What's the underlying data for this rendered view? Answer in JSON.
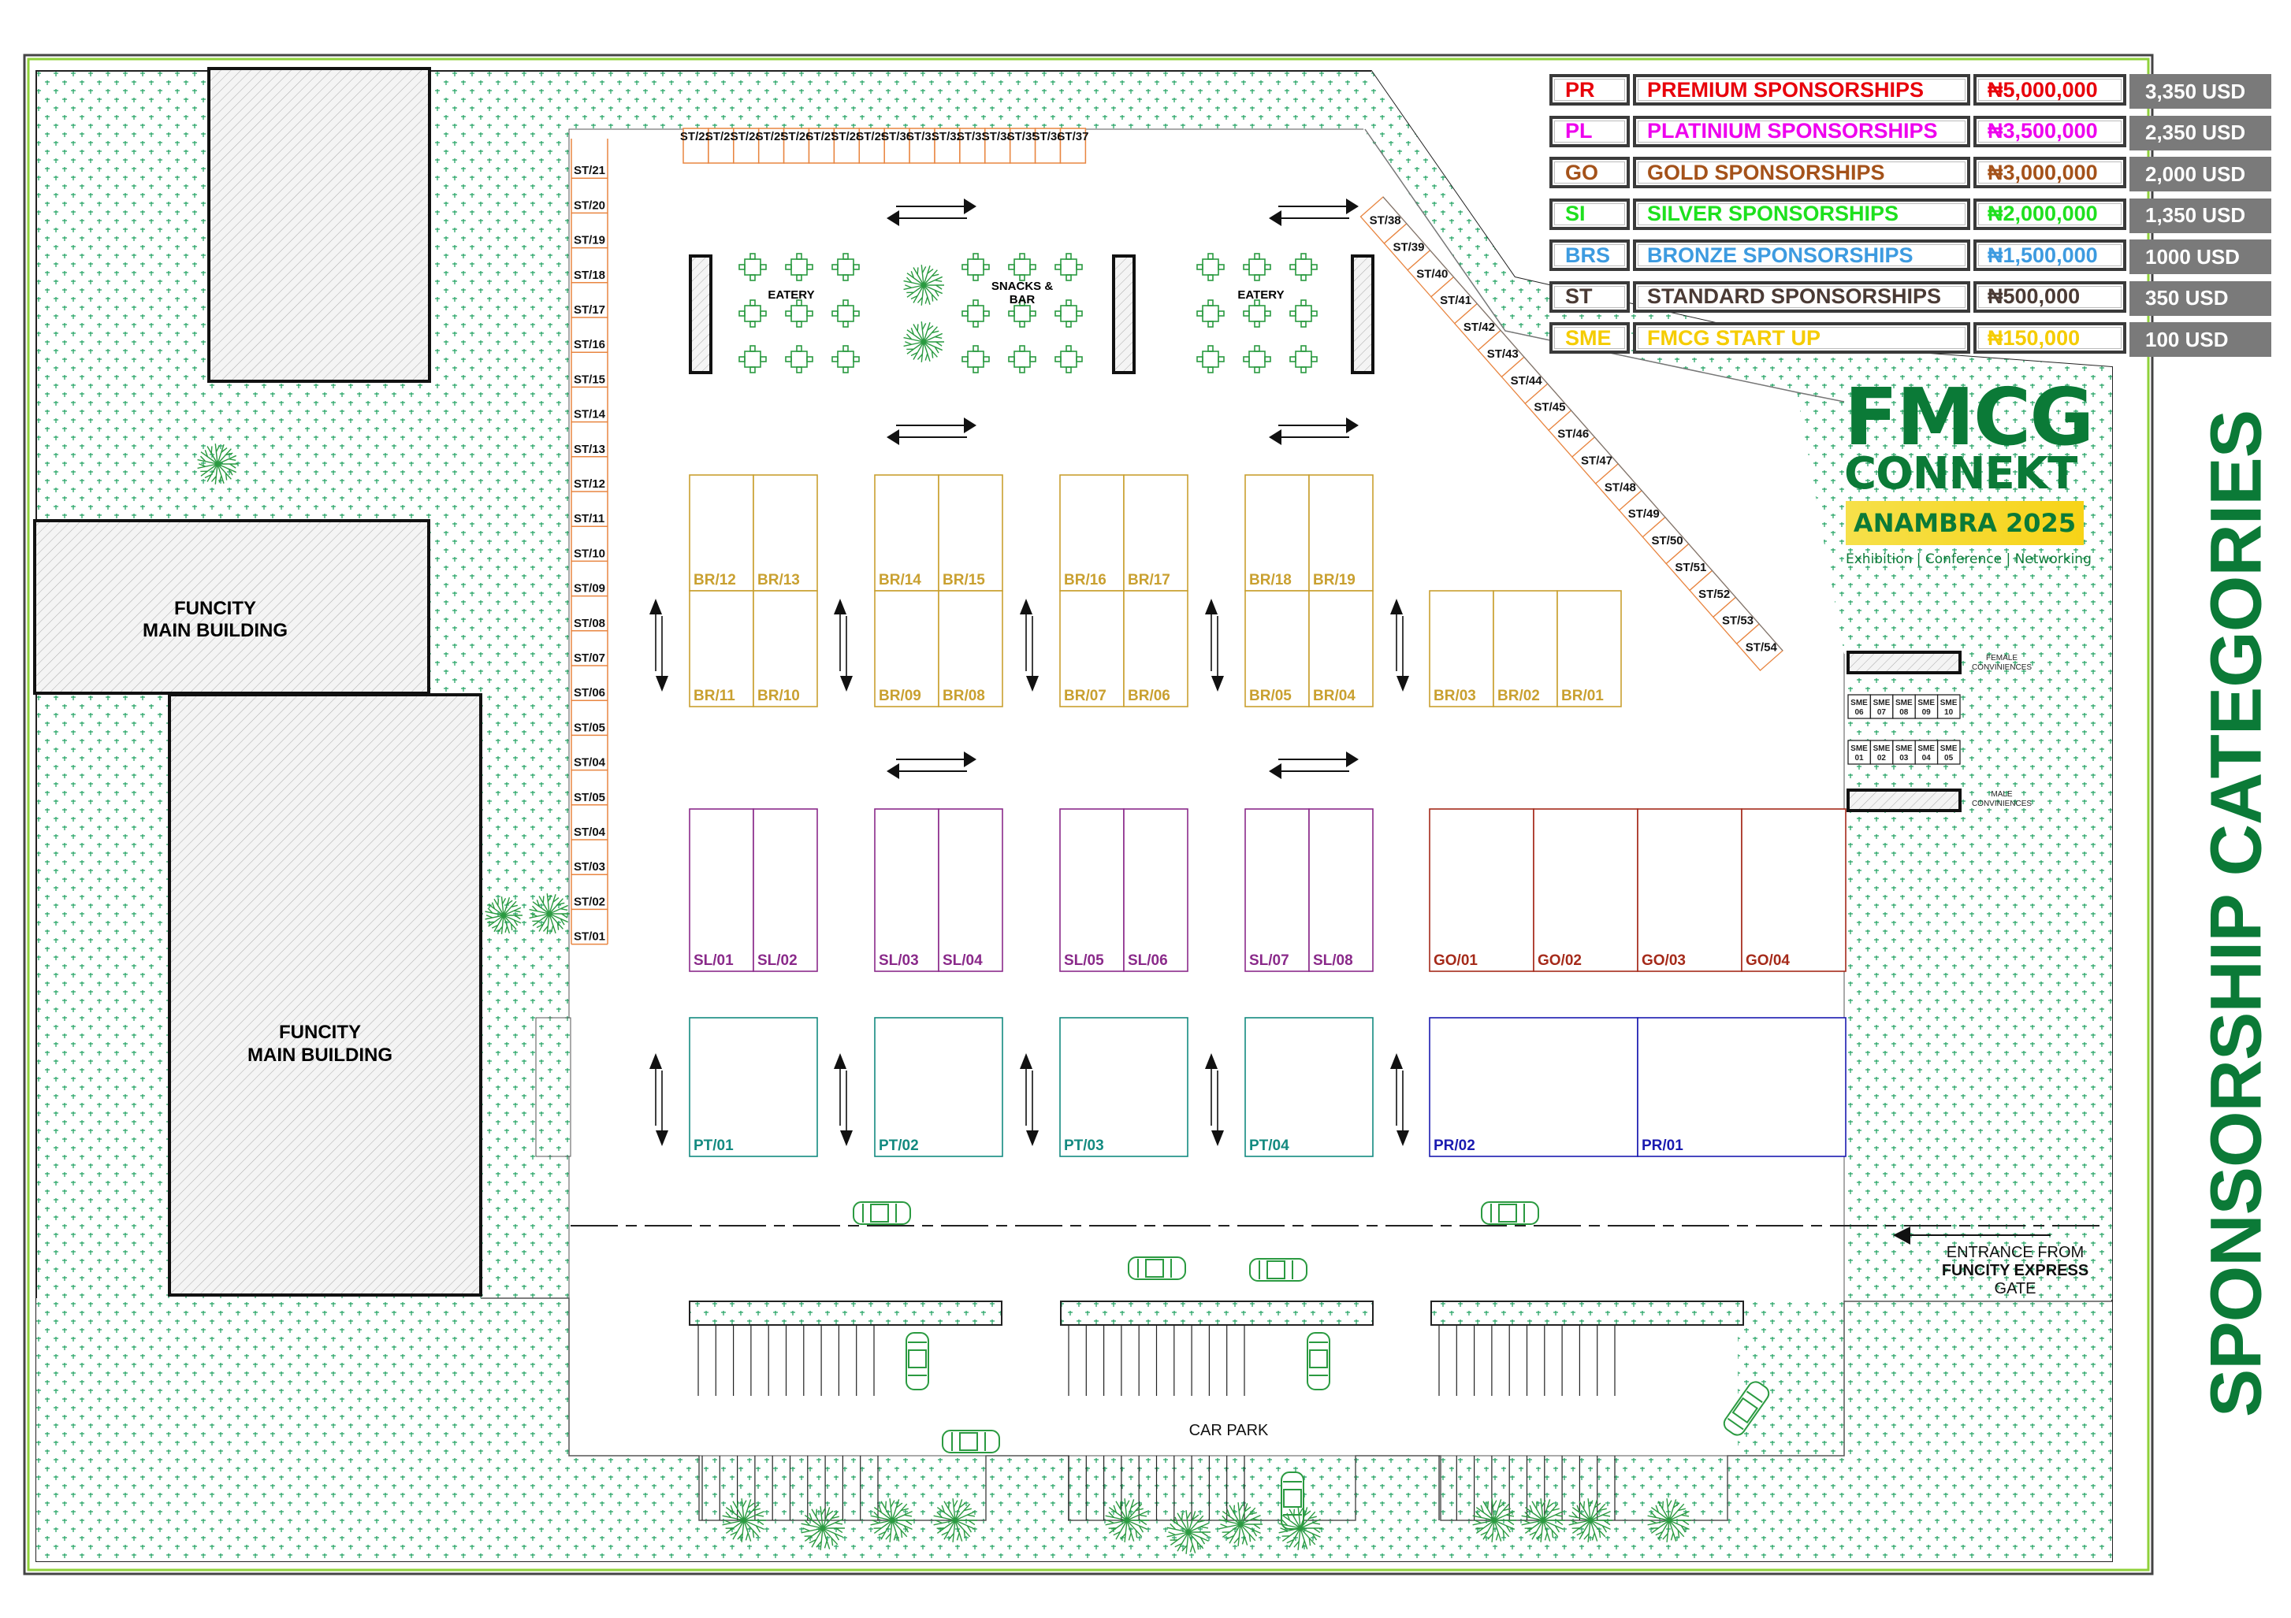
{
  "title_vertical": "SPONSORSHIP CATEGORIES",
  "logo": {
    "line1": "FMCG",
    "line2": "CONNEKT",
    "band": "ANAMBRA 2025",
    "tagline": "Exhibition | Conference | Networking"
  },
  "legend": [
    {
      "code": "PR",
      "name": "PREMIUM SPONSORSHIPS",
      "naira": "₦5,000,000",
      "usd": "3,350 USD",
      "color": "#e8000b"
    },
    {
      "code": "PL",
      "name": "PLATINIUM SPONSORSHIPS",
      "naira": "₦3,500,000",
      "usd": "2,350 USD",
      "color": "#ee00ee"
    },
    {
      "code": "GO",
      "name": "GOLD SPONSORSHIPS",
      "naira": "₦3,000,000",
      "usd": "2,000 USD",
      "color": "#a4521a"
    },
    {
      "code": "SI",
      "name": "SILVER SPONSORSHIPS",
      "naira": "₦2,000,000",
      "usd": "1,350 USD",
      "color": "#1ee01e"
    },
    {
      "code": "BRS",
      "name": "BRONZE SPONSORSHIPS",
      "naira": "₦1,500,000",
      "usd": "1000 USD",
      "color": "#3d9be0"
    },
    {
      "code": "ST",
      "name": "STANDARD SPONSORSHIPS",
      "naira": "₦500,000",
      "usd": "350 USD",
      "color": "#4a3a34"
    },
    {
      "code": "SME",
      "name": "FMCG START UP",
      "naira": "₦150,000",
      "usd": "100 USD",
      "color": "#f5cc00"
    }
  ],
  "colors": {
    "standard_stall": "#e88540",
    "bronze": "#c9a030",
    "silver_booth": "#8a2a8a",
    "gold_booth": "#a52a1a",
    "platinum_booth": "#138a80",
    "premium_booth": "#1a1ab0",
    "greenery": "#2aa668",
    "brand_green": "#0b7a37"
  },
  "buildings": {
    "main_a": {
      "line1": "FUNCITY",
      "line2": "MAIN BUILDING"
    },
    "main_b": {
      "line1": "FUNCITY",
      "line2": "MAIN BUILDING"
    }
  },
  "food": {
    "eatery_left": "EATERY",
    "snacks_line1": "SNACKS &",
    "snacks_line2": "BAR",
    "eatery_right": "EATERY"
  },
  "stalls_left": [
    "ST/21",
    "ST/20",
    "ST/19",
    "ST/18",
    "ST/17",
    "ST/16",
    "ST/15",
    "ST/14",
    "ST/13",
    "ST/12",
    "ST/11",
    "ST/10",
    "ST/09",
    "ST/08",
    "ST/07",
    "ST/06",
    "ST/05",
    "ST/04",
    "ST/05",
    "ST/04",
    "ST/03",
    "ST/02",
    "ST/01"
  ],
  "stalls_top": [
    "ST/22",
    "ST/23",
    "ST/24",
    "ST/25",
    "ST/26",
    "ST/27",
    "ST/28",
    "ST/29",
    "ST/30",
    "ST/31",
    "ST/32",
    "ST/33",
    "ST/34",
    "ST/35",
    "ST/36",
    "ST/37"
  ],
  "stalls_diag": [
    "ST/38",
    "ST/39",
    "ST/40",
    "ST/41",
    "ST/42",
    "ST/43",
    "ST/44",
    "ST/45",
    "ST/46",
    "ST/47",
    "ST/48",
    "ST/49",
    "ST/50",
    "ST/51",
    "ST/52",
    "ST/53",
    "ST/54"
  ],
  "bronze_top": [
    "BR/12",
    "BR/13",
    "BR/14",
    "BR/15",
    "BR/16",
    "BR/17",
    "BR/18",
    "BR/19"
  ],
  "bronze_bottom": [
    "BR/11",
    "BR/10",
    "BR/09",
    "BR/08",
    "BR/07",
    "BR/06",
    "BR/05",
    "BR/04",
    "BR/03",
    "BR/02",
    "BR/01"
  ],
  "silver": [
    "SL/01",
    "SL/02",
    "SL/03",
    "SL/04",
    "SL/05",
    "SL/06",
    "SL/07",
    "SL/08"
  ],
  "gold": [
    "GO/01",
    "GO/02",
    "GO/03",
    "GO/04"
  ],
  "platinum": [
    "PT/01",
    "PT/02",
    "PT/03",
    "PT/04"
  ],
  "premium": [
    "PR/02",
    "PR/01"
  ],
  "sme_top": [
    [
      "SME",
      "06"
    ],
    [
      "SME",
      "07"
    ],
    [
      "SME",
      "08"
    ],
    [
      "SME",
      "09"
    ],
    [
      "SME",
      "10"
    ]
  ],
  "sme_bottom": [
    [
      "SME",
      "01"
    ],
    [
      "SME",
      "02"
    ],
    [
      "SME",
      "03"
    ],
    [
      "SME",
      "04"
    ],
    [
      "SME",
      "05"
    ]
  ],
  "conveniences": {
    "female_1": "FEMALE",
    "female_2": "CONVINIENCES",
    "male_1": "MALE",
    "male_2": "CONVINIENCES"
  },
  "entrance": {
    "line1": "ENTRANCE FROM",
    "line2": "FUNCITY EXPRESS",
    "line3": "GATE"
  },
  "car_park": "CAR PARK"
}
